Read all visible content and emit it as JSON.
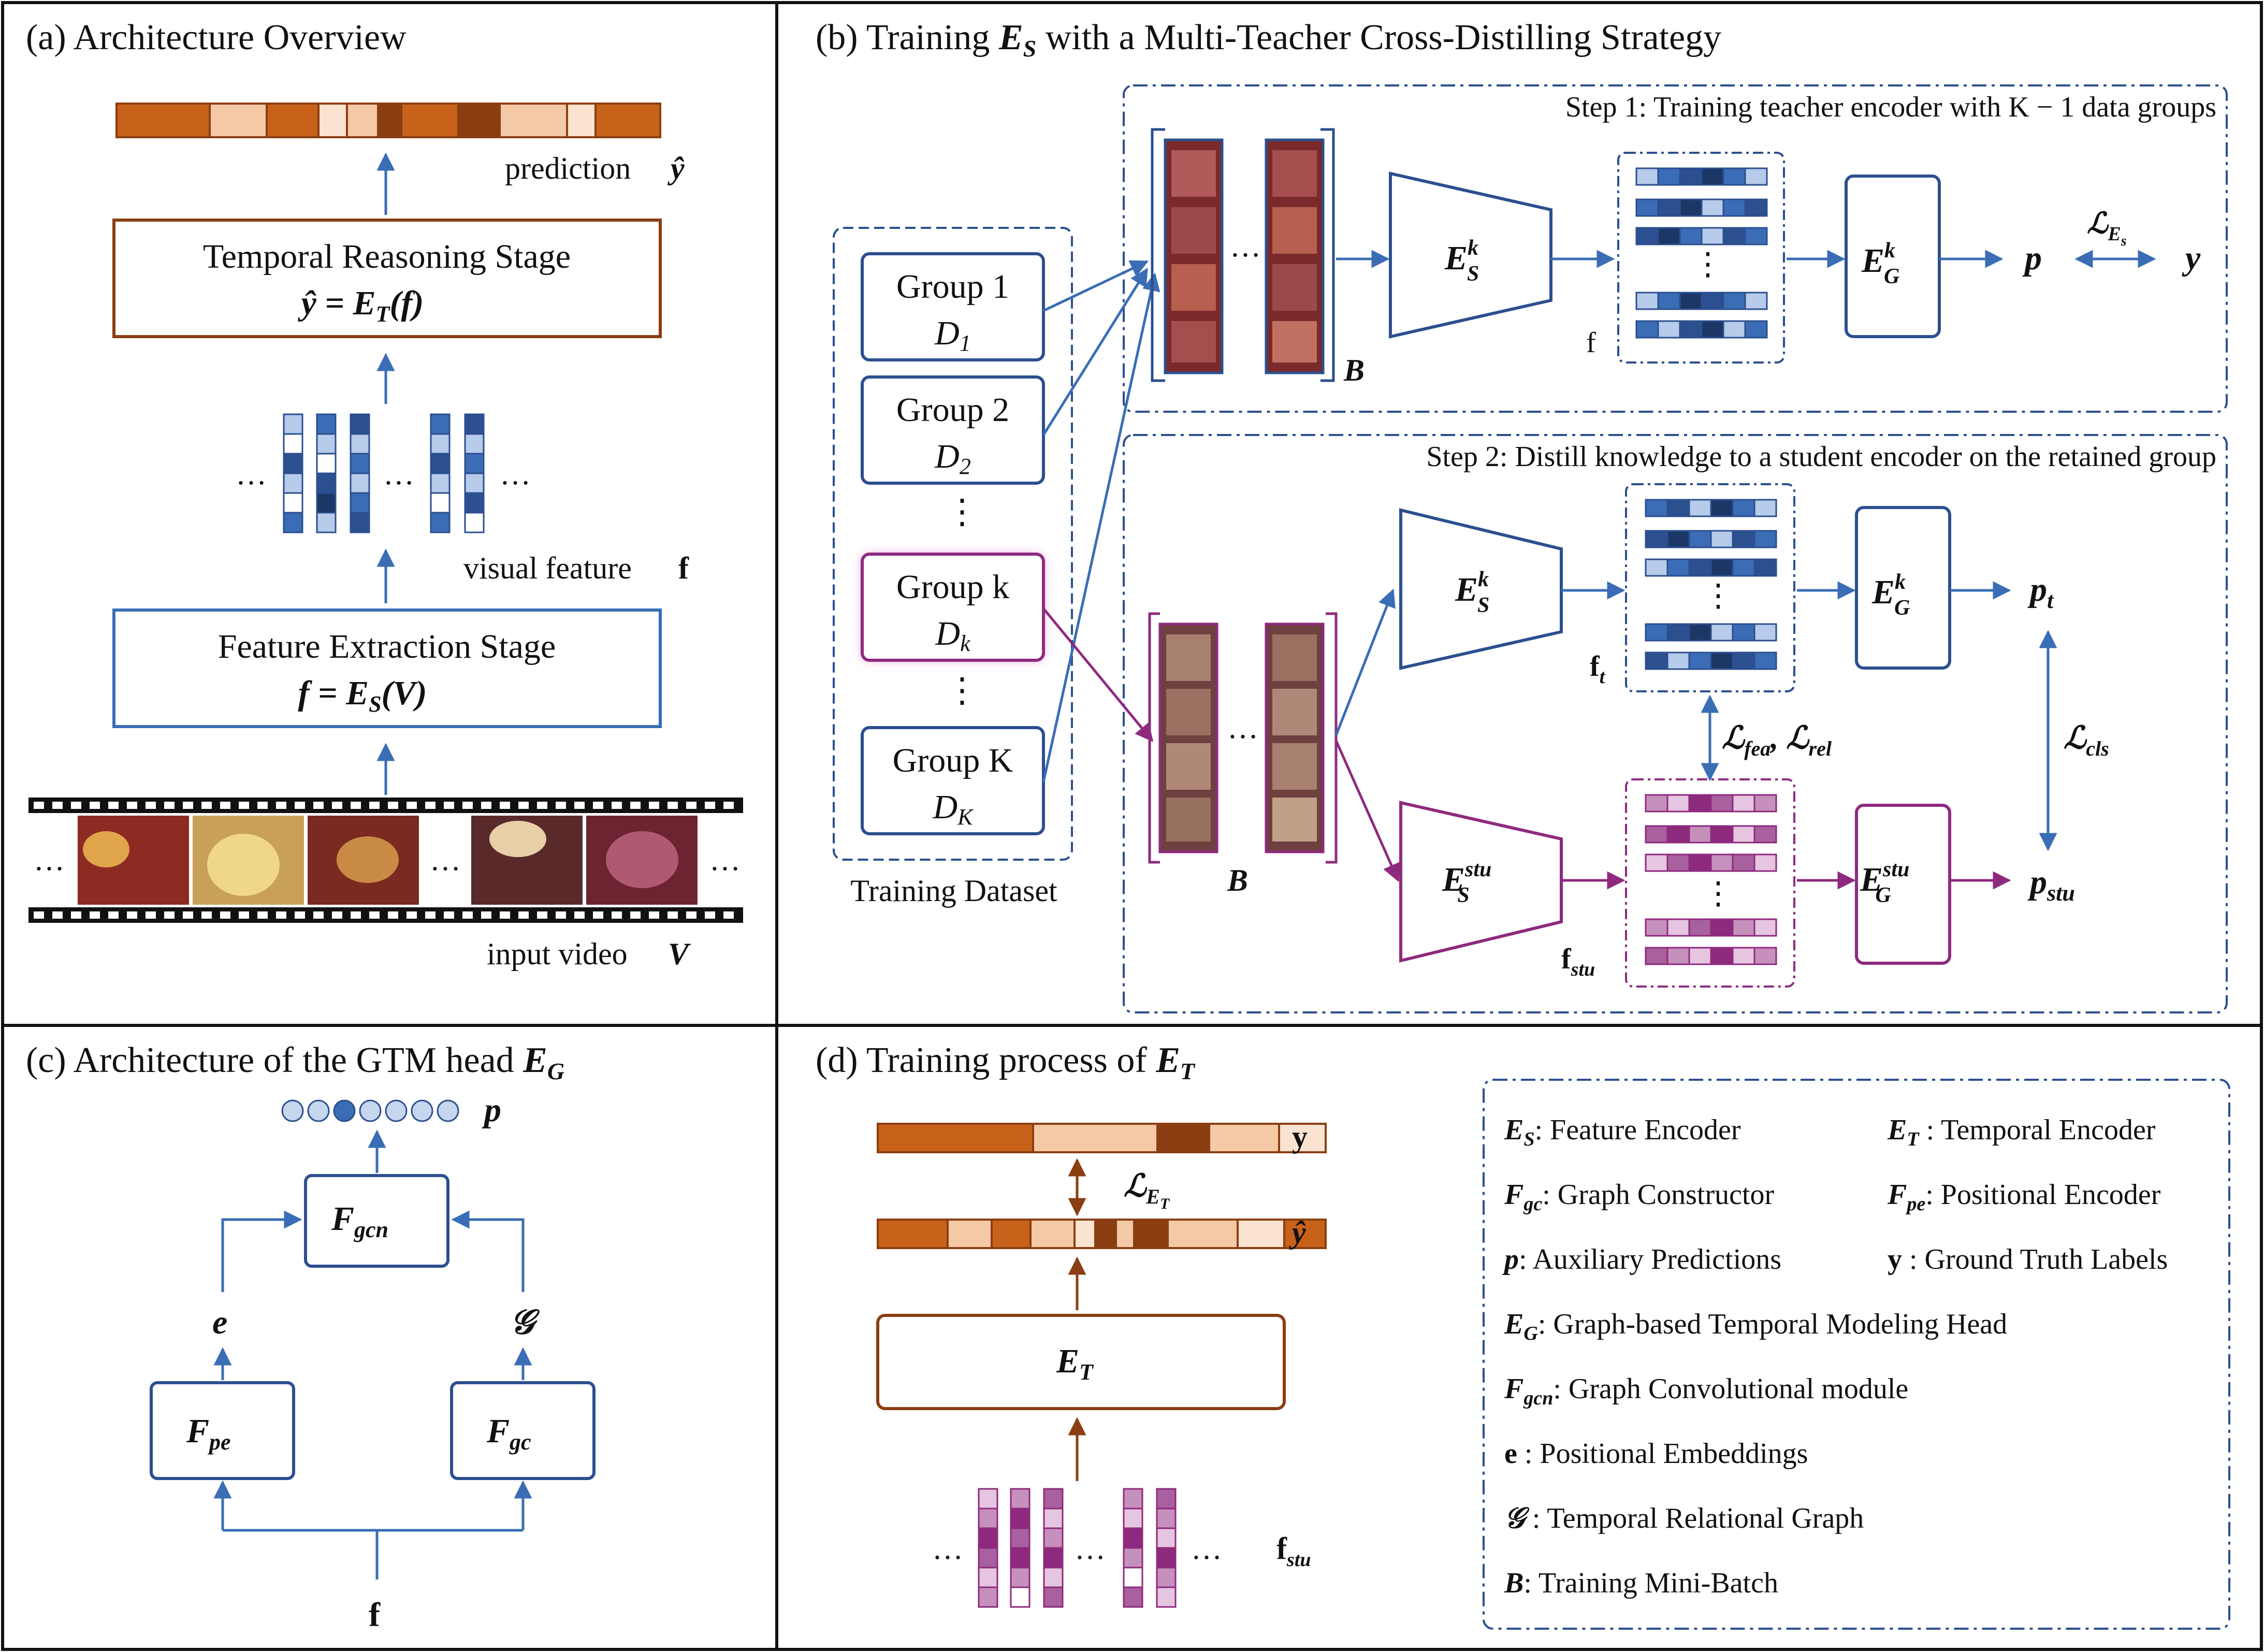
{
  "panels": {
    "a": {
      "title": "(a) Architecture Overview",
      "prediction_label": "prediction",
      "prediction_symbol": "ŷ",
      "temporal_stage": {
        "title": "Temporal Reasoning Stage",
        "equation": "ŷ = E",
        "eq_sub": "T",
        "eq_tail": "(f)"
      },
      "visual_feature_label": "visual feature",
      "visual_feature_symbol": "f",
      "feature_stage": {
        "title": "Feature Extraction Stage",
        "equation": "f = E",
        "eq_sub": "S",
        "eq_tail": "(V)"
      },
      "input_label": "input video",
      "input_symbol": "V",
      "ellipsis": "…"
    },
    "b": {
      "title_pre": "(b) Training",
      "title_sym": "E",
      "title_sub": "S",
      "title_post": "with a Multi-Teacher Cross-Distilling Strategy",
      "step1": "Step 1: Training teacher encoder with K − 1 data groups",
      "step2": "Step 2: Distill knowledge to a student encoder on the retained group",
      "groups": [
        {
          "name": "Group 1",
          "sym": "D",
          "sub": "1"
        },
        {
          "name": "Group 2",
          "sym": "D",
          "sub": "2"
        },
        {
          "name": "Group k",
          "sym": "D",
          "sub": "k"
        },
        {
          "name": "Group K",
          "sym": "D",
          "sub": "K"
        }
      ],
      "dataset_label": "Training Dataset",
      "batch_label": "B",
      "feature_f": "f",
      "feature_ft": "f",
      "feature_ft_sub": "t",
      "feature_fstu": "f",
      "feature_fstu_sub": "stu",
      "teacher_enc": {
        "sym": "E",
        "sup": "k",
        "sub": "S"
      },
      "teacher_head": {
        "sym": "E",
        "sup": "k",
        "sub": "G"
      },
      "student_enc": {
        "sym": "E",
        "sup": "stu",
        "sub": "S"
      },
      "student_head": {
        "sym": "E",
        "sup": "stu",
        "sub": "G"
      },
      "p": "p",
      "y": "y",
      "pt": "p",
      "pt_sub": "t",
      "pstu": "p",
      "pstu_sub": "stu",
      "loss_es": "ℒ",
      "loss_es_sub": "E",
      "loss_es_subsub": "s",
      "loss_fea": "ℒ",
      "loss_fea_sub": "fea",
      "loss_rel": "ℒ",
      "loss_rel_sub": "rel",
      "loss_cls": "ℒ",
      "loss_cls_sub": "cls",
      "vdots": "⋮",
      "ellipsis": "…"
    },
    "c": {
      "title_pre": "(c) Architecture of the GTM head",
      "title_sym": "E",
      "title_sub": "G",
      "p": "p",
      "fgcn": "F",
      "fgcn_sub": "gcn",
      "fpe": "F",
      "fpe_sub": "pe",
      "fgc": "F",
      "fgc_sub": "gc",
      "e": "e",
      "g": "𝒢",
      "f": "f"
    },
    "d": {
      "title_pre": "(d) Training process of",
      "title_sym": "E",
      "title_sub": "T",
      "y": "y",
      "yhat": "ŷ",
      "loss": "ℒ",
      "loss_sub": "E",
      "loss_subsub": "T",
      "et": "E",
      "et_sub": "T",
      "fstu": "f",
      "fstu_sub": "stu",
      "ellipsis": "…"
    }
  },
  "legend": [
    {
      "sym": "E",
      "sub": "S",
      "text": ": Feature Encoder"
    },
    {
      "sym": "E",
      "sub": "T",
      "text": " : Temporal Encoder"
    },
    {
      "sym": "F",
      "sub": "gc",
      "text": ": Graph Constructor"
    },
    {
      "sym": "F",
      "sub": "pe",
      "text": ": Positional Encoder"
    },
    {
      "sym": "p",
      "sub": "",
      "text": ": Auxiliary Predictions"
    },
    {
      "sym": "y",
      "sub": "",
      "text": " : Ground Truth Labels"
    },
    {
      "sym": "E",
      "sub": "G",
      "text": ": Graph-based Temporal Modeling Head"
    },
    {
      "sym": "F",
      "sub": "gcn",
      "text": ": Graph Convolutional module"
    },
    {
      "sym": "e",
      "sub": "",
      "text": " : Positional Embeddings"
    },
    {
      "sym": "𝒢",
      "sub": "",
      "text": " : Temporal Relational Graph"
    },
    {
      "sym": "B",
      "sub": "",
      "text": ": Training Mini-Batch"
    }
  ],
  "colors": {
    "blue": "#3a6db5",
    "dark_blue": "#2b4f8f",
    "purple": "#8e2a7e",
    "brown": "#8b3e12",
    "orange": "#c8621a"
  }
}
